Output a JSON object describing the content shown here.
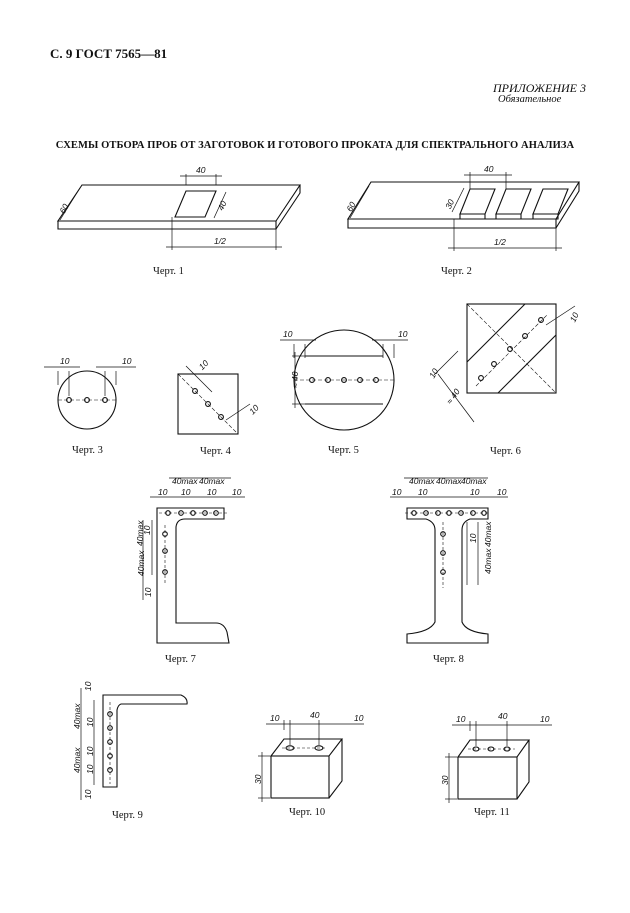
{
  "header": {
    "page_ref": "С. 9 ГОСТ 7565—81"
  },
  "appendix": {
    "title": "ПРИЛОЖЕНИЕ 3",
    "subtitle": "Обязательное"
  },
  "section_title": "СХЕМЫ ОТБОРА ПРОБ ОТ ЗАГОТОВОК И ГОТОВОГО ПРОКАТА ДЛЯ СПЕКТРАЛЬНОГО АНАЛИЗА",
  "captions": [
    "Черт. 1",
    "Черт. 2",
    "Черт. 3",
    "Черт. 4",
    "Черт. 5",
    "Черт. 6",
    "Черт. 7",
    "Черт. 8",
    "Черт. 9",
    "Черт. 10",
    "Черт. 11"
  ],
  "dims": {
    "d10": "10",
    "d30": "30",
    "d40": "40",
    "d60": "60",
    "half": "1/2",
    "approx40": "≈ 40",
    "max40": "40max"
  }
}
